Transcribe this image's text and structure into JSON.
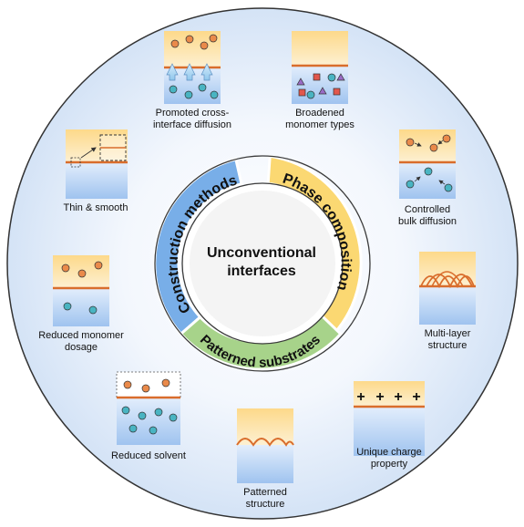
{
  "center": {
    "title": "Unconventional\ninterfaces"
  },
  "segments": {
    "construction": "Construction methods",
    "phase": "Phase compositions",
    "patterned": "Patterned substrates"
  },
  "items": {
    "promoted": "Promoted cross-\ninterface diffusion",
    "broadened": "Broadened\nmonomer types",
    "controlled": "Controlled\nbulk diffusion",
    "multilayer": "Multi-layer\nstructure",
    "unique": "Unique charge\nproperty",
    "pattern_struct": "Patterned\nstructure",
    "reduced_solvent": "Reduced solvent",
    "reduced_monomer": "Reduced monomer\ndosage",
    "thin": "Thin & smooth"
  },
  "charge_symbol": "+",
  "colors": {
    "construction": "#78aee8",
    "phase": "#fbd872",
    "patterned": "#a7d38a",
    "organic_top": "#fbe1a6",
    "aqueous_bottom": "#a7c9f1",
    "interface_line": "#d96d2c",
    "orange_monomer": "#ea8a4a",
    "teal_monomer": "#49b4c2",
    "purple_monomer": "#9a6cc6",
    "red_monomer": "#e2574c"
  }
}
